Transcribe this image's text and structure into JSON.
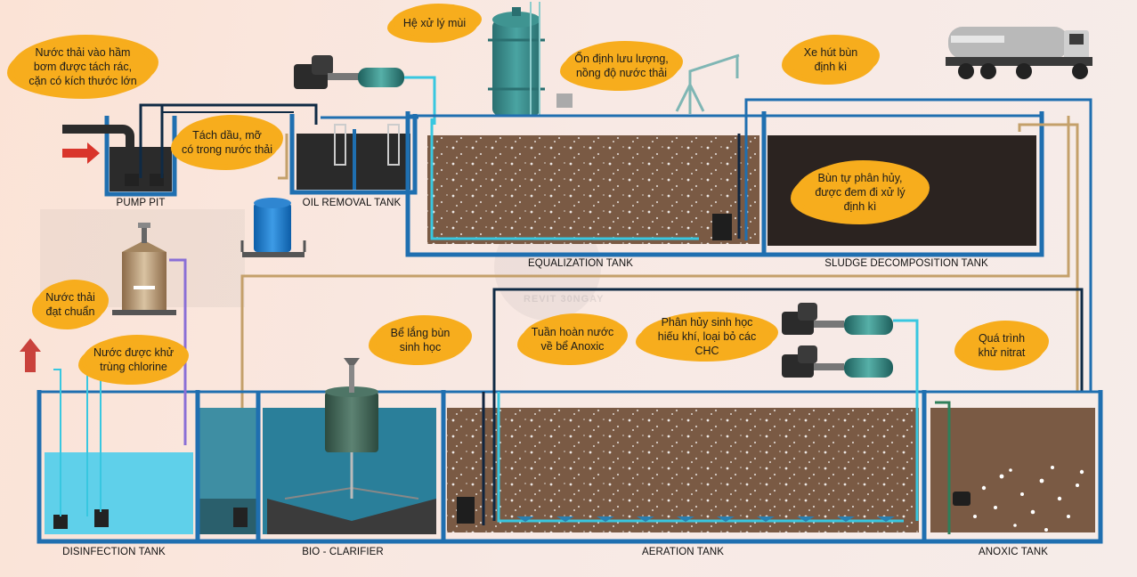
{
  "labels": {
    "pump_pit": "PUMP PIT",
    "oil_removal": "OIL REMOVAL TANK",
    "equalization": "EQUALIZATION TANK",
    "sludge_decomposition": "SLUDGE DECOMPOSITION TANK",
    "disinfection": "DISINFECTION TANK",
    "bio_clarifier": "BIO - CLARIFIER",
    "aeration": "AERATION TANK",
    "anoxic": "ANOXIC TANK"
  },
  "bubbles": {
    "inlet": "Nước thải vào hầm\nbơm được tách rác,\ncặn có kích thước lớn",
    "oil": "Tách dầu, mỡ\ncó trong nước thải",
    "odor": "Hệ xử lý mùi",
    "stabilize": "Ổn định lưu lượng,\nnồng độ nước thải",
    "truck": "Xe hút bùn\nđịnh kì",
    "sludge": "Bùn tự phân hủy,\nđược đem đi xử lý\nđịnh kì",
    "treated": "Nước thải\nđạt chuẩn",
    "chlorine": "Nước được khử\ntrùng chlorine",
    "settling": "Bể lắng bùn\nsinh học",
    "recirculate": "Tuần hoàn nước\nvề bể Anoxic",
    "aerobic": "Phân hủy sinh học\nhiếu khí, loại bỏ các CHC",
    "nitrate": "Quá trình\nkhử nitrat"
  },
  "watermark": "REVIT 30NGAY",
  "colors": {
    "tank_wall": "#1f6fb0",
    "sludge": "#7a5a44",
    "dark_sludge": "#2b2320",
    "water": "#5fd0ea",
    "pipe_dark": "#10253f",
    "pipe_cyan": "#38c7e0",
    "pipe_tan": "#c4a06a",
    "pipe_purple": "#8a6fd6",
    "bubble": "#f7ad1d",
    "arrow_red": "#d9352b"
  }
}
